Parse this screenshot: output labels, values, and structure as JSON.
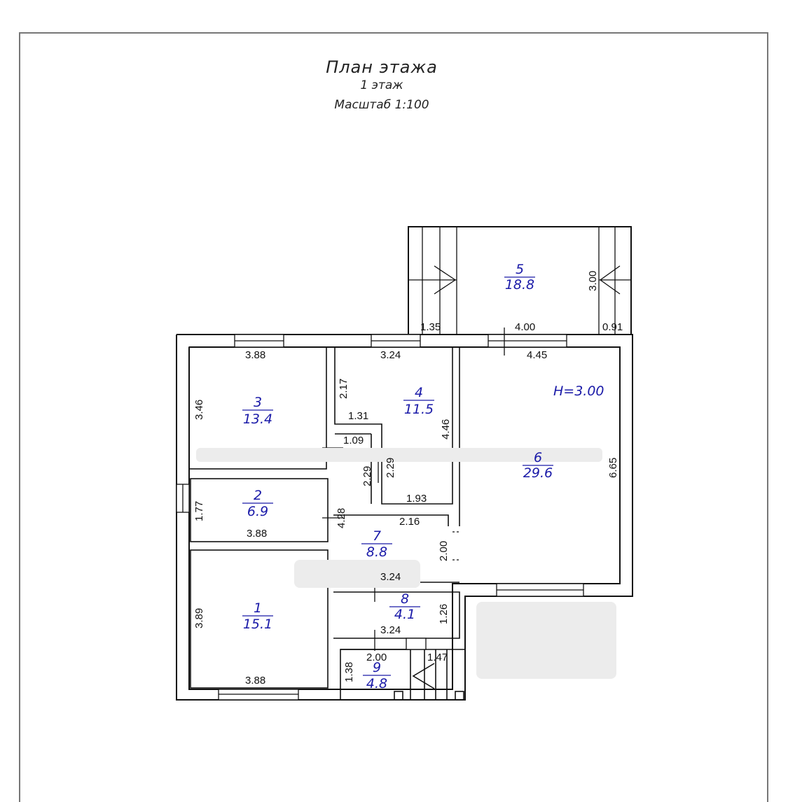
{
  "header": {
    "title": "План этажа",
    "floor": "1 этаж",
    "scale": "Масштаб 1:100"
  },
  "rooms": [
    {
      "number": "1",
      "area": "15.1"
    },
    {
      "number": "2",
      "area": "6.9"
    },
    {
      "number": "3",
      "area": "13.4"
    },
    {
      "number": "4",
      "area": "11.5"
    },
    {
      "number": "5",
      "area": "18.8"
    },
    {
      "number": "6",
      "area": "29.6"
    },
    {
      "number": "7",
      "area": "8.8"
    },
    {
      "number": "8",
      "area": "4.1"
    },
    {
      "number": "9",
      "area": "4.8"
    }
  ],
  "ceiling_height": "H=3.00",
  "dimensions": {
    "terrace_left": "1.35",
    "terrace_mid": "4.00",
    "terrace_right": "0.91",
    "terrace_depth": "3.00",
    "r3_width": "3.88",
    "r3_height": "3.46",
    "r4_width": "3.24",
    "r4_top_h": "2.17",
    "r4_step": "1.31",
    "r4_height": "4.46",
    "r6_width": "4.45",
    "r6_height": "6.65",
    "c_width": "1.09",
    "c_h_left": "2.29",
    "c_h_right": "2.29",
    "c_bottom": "1.93",
    "r2_height": "1.77",
    "r2_width": "3.88",
    "r2_side": "4.28",
    "r7_width": "2.16",
    "r7_door": "2.00",
    "r7_bottom": "3.24",
    "r8_height": "1.26",
    "r8_width": "3.24",
    "r1_height": "3.89",
    "r1_width": "3.88",
    "r9_width": "2.00",
    "r9_height": "1.38",
    "stair_width": "1.47"
  }
}
